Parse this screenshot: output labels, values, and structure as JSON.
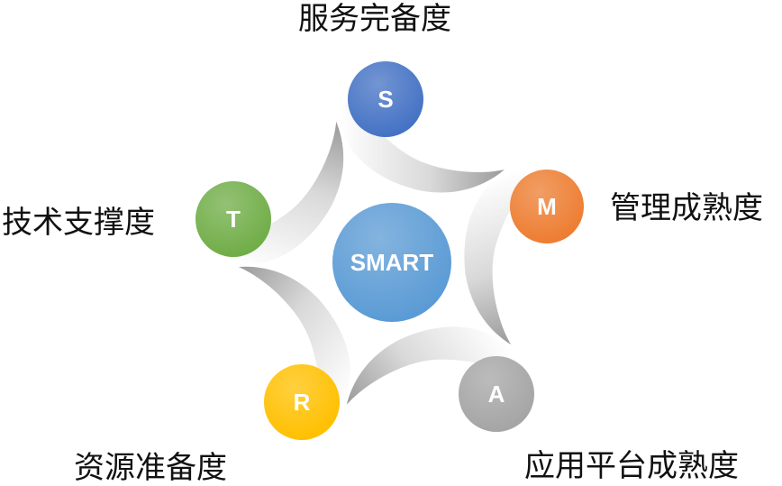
{
  "center": {
    "letter": "SMART",
    "color": "#5b9bd5"
  },
  "nodes": [
    {
      "key": "s",
      "letter": "S",
      "label": "服务完备度",
      "color": "#4472c4"
    },
    {
      "key": "m",
      "letter": "M",
      "label": "管理成熟度",
      "color": "#ed7d31"
    },
    {
      "key": "a",
      "letter": "A",
      "label": "应用平台成熟度",
      "color": "#a5a5a5"
    },
    {
      "key": "r",
      "letter": "R",
      "label": "资源准备度",
      "color": "#ffc000"
    },
    {
      "key": "t",
      "letter": "T",
      "label": "技术支撑度",
      "color": "#70ad47"
    }
  ]
}
